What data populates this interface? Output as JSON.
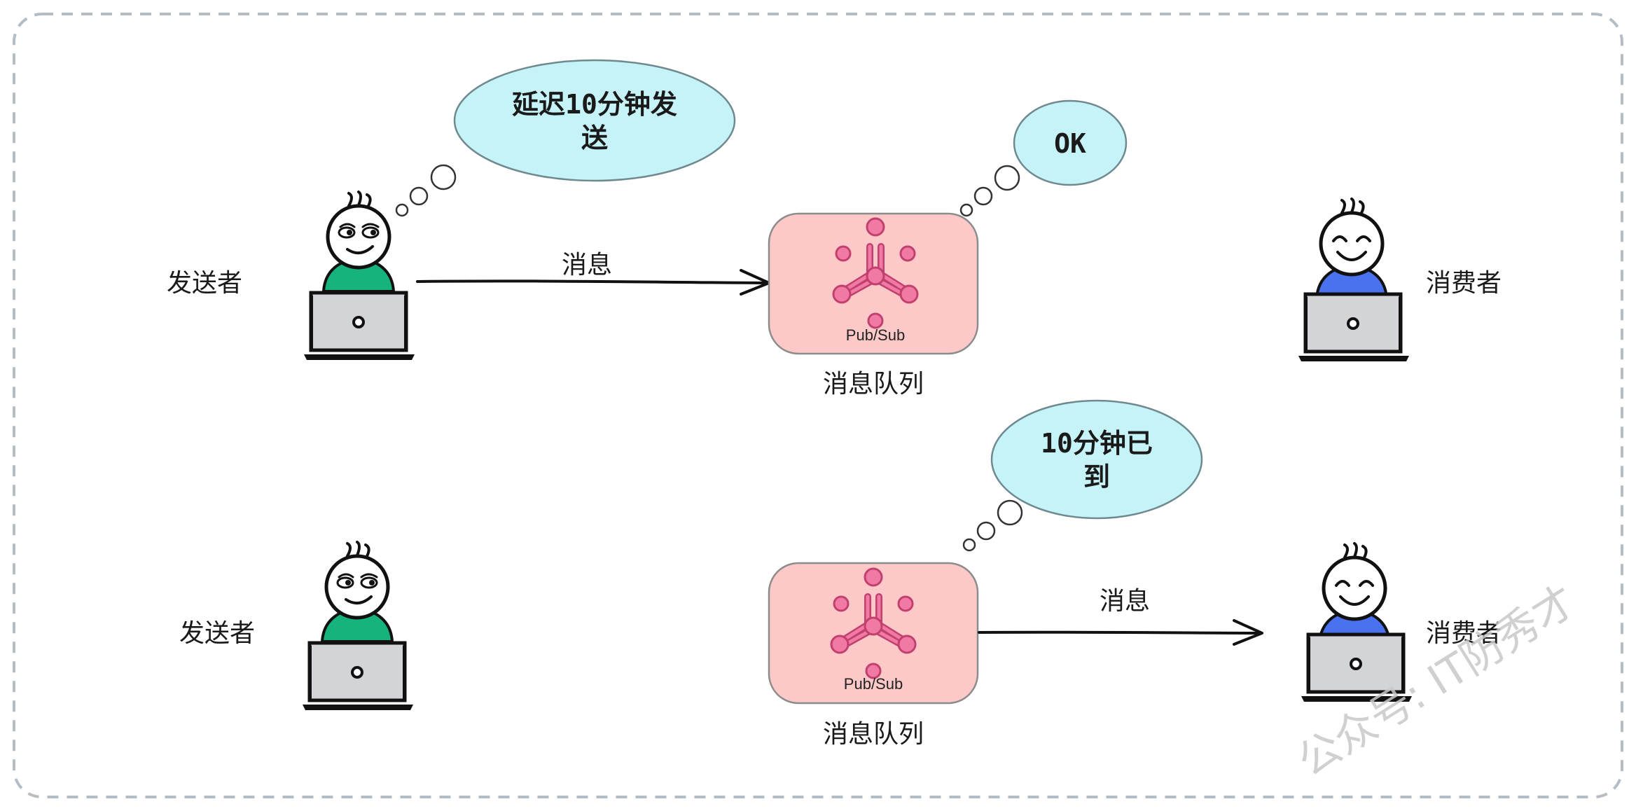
{
  "diagram": {
    "scenario_top": {
      "sender_label": "发送者",
      "consumer_label": "消费者",
      "queue_label": "消息队列",
      "queue_icon_text": "Pub/Sub",
      "arrow_label": "消息",
      "sender_thought_line1": "延迟10分钟发",
      "sender_thought_line2": "送",
      "queue_thought": "OK"
    },
    "scenario_bottom": {
      "sender_label": "发送者",
      "consumer_label": "消费者",
      "queue_label": "消息队列",
      "queue_icon_text": "Pub/Sub",
      "arrow_label": "消息",
      "queue_thought_line1": "10分钟已",
      "queue_thought_line2": "到"
    },
    "watermark": "公众号: IT防秀才"
  },
  "colors": {
    "bubble_fill": "#c6f3f8",
    "queue_box_fill": "#fdc8c8",
    "pubsub_pink": "#f07aa4",
    "sender_shirt": "#16b47c",
    "consumer_shirt": "#4a72ee",
    "laptop_fill": "#d2d4d8",
    "border_dash": "#b4bcc4"
  }
}
